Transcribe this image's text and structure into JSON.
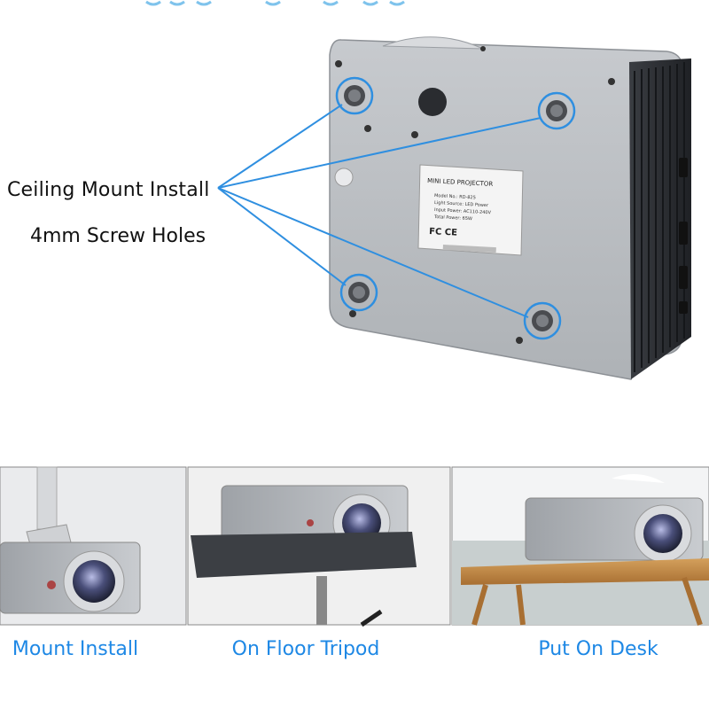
{
  "callout": {
    "title": "Ceiling Mount Install",
    "subtitle": "4mm Screw Holes"
  },
  "device_label": {
    "heading": "MINI LED PROJECTOR",
    "lines": [
      "Model No.: RD-825",
      "Light Source: LED Power",
      "Input Power: AC110-240V",
      "Total Power: 65W"
    ],
    "marks": "FC CE"
  },
  "captions": {
    "mount": "Mount Install",
    "tripod": "On Floor Tripod",
    "desk": "Put On Desk"
  },
  "colors": {
    "accent": "#1e88e5",
    "callout_line": "#2f8fe0",
    "body_silver": "#b9bcc0",
    "heatsink": "#2b2e33"
  }
}
